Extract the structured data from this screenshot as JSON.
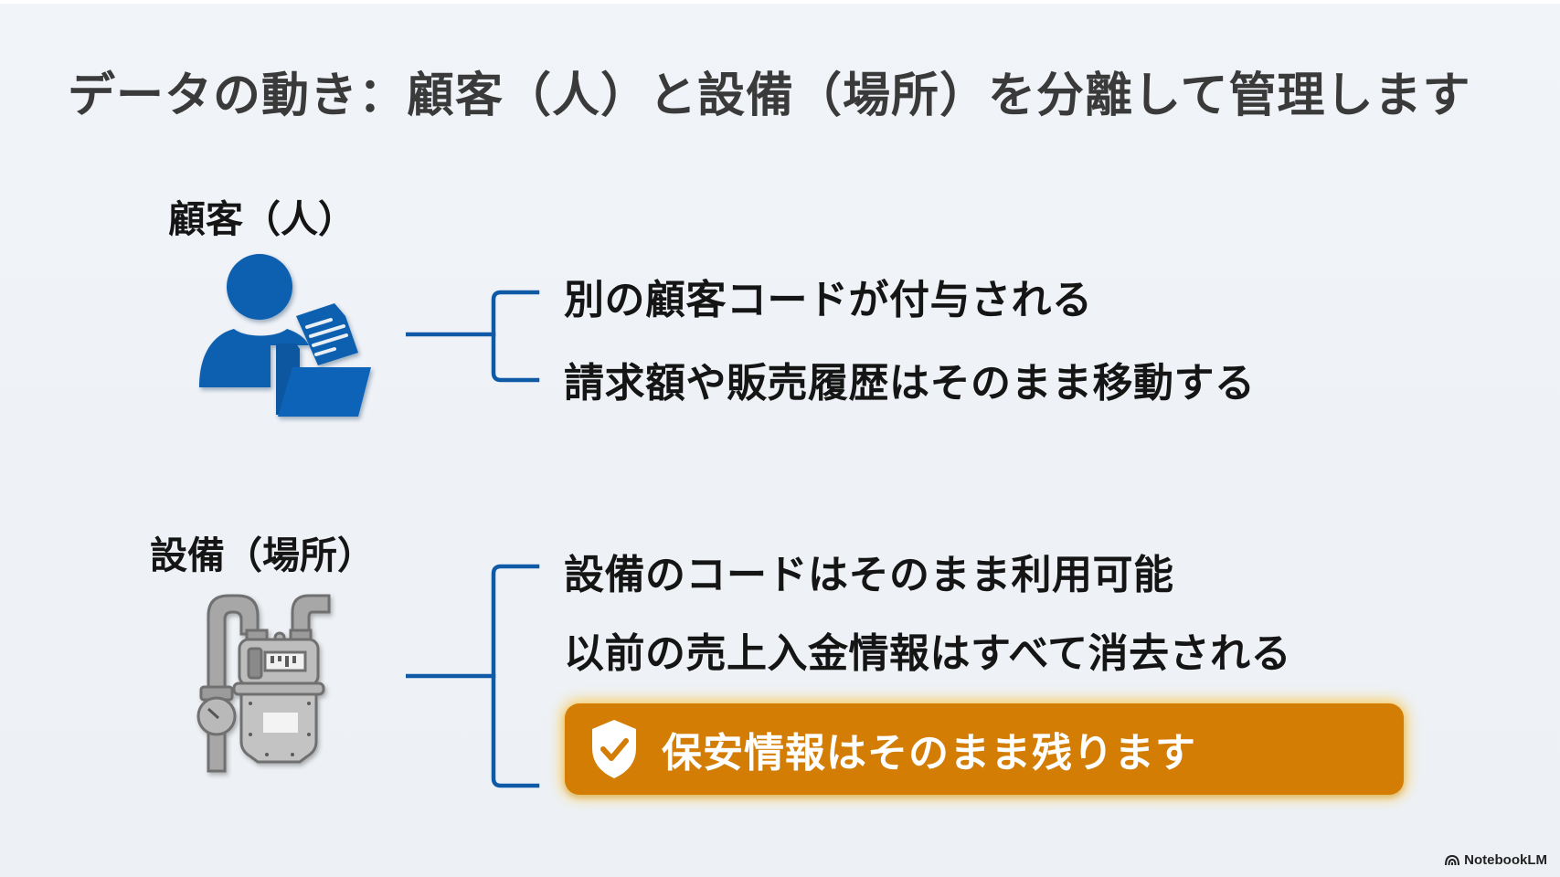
{
  "slide": {
    "title": "データの動き：顧客（人）と設備（場所）を分離して管理します",
    "sections": [
      {
        "label": "顧客（人）",
        "icon": "person-with-folder-icon",
        "bullets": [
          "別の顧客コードが付与される",
          "請求額や販売履歴はそのまま移動する"
        ]
      },
      {
        "label": "設備（場所）",
        "icon": "gas-meter-icon",
        "bullets": [
          "設備のコードはそのまま利用可能",
          "以前の売上入金情報はすべて消去される"
        ],
        "callout": {
          "icon": "shield-check-icon",
          "text": "保安情報はそのまま残ります"
        }
      }
    ]
  },
  "colors": {
    "background": "#eef2f6",
    "title": "#3a3a3a",
    "text": "#151515",
    "accent_blue": "#0e5aa7",
    "icon_blue": "#0d5fb0",
    "meter_gray": "#9a9a9a",
    "callout_orange": "#d37d05",
    "callout_glow": "#ffc43c"
  },
  "branding": {
    "icon": "notebooklm-logo-icon",
    "label": "NotebookLM"
  }
}
